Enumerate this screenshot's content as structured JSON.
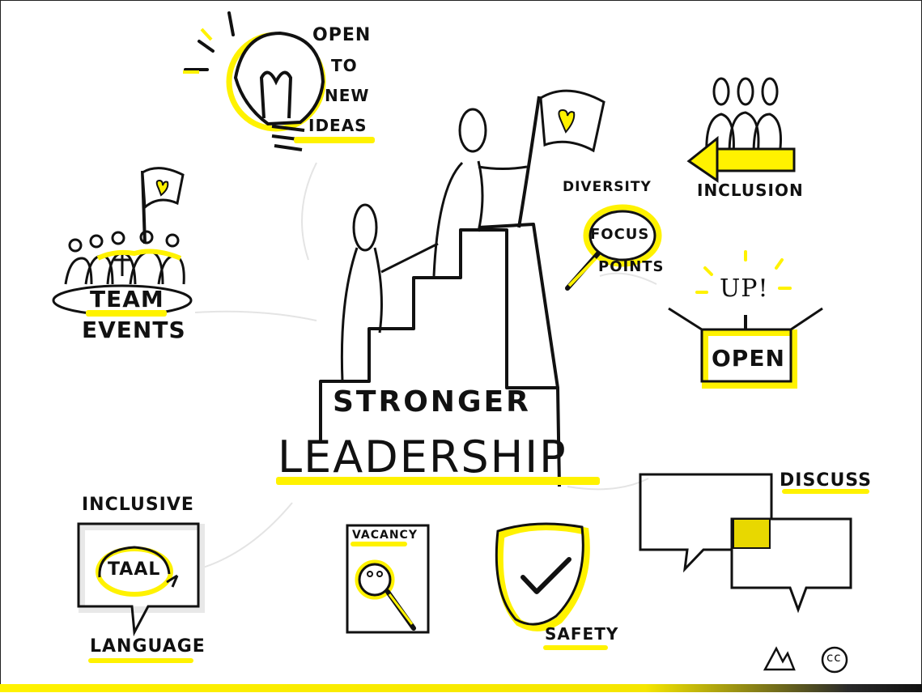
{
  "headline": {
    "line1": "STRONGER",
    "line2": "LEADERSHIP"
  },
  "bulb": {
    "line1": "OPEN",
    "line2": "TO",
    "line3": "NEW",
    "line4": "IDEAS"
  },
  "team": {
    "line1": "TEAM",
    "line2": "EVENTS"
  },
  "inclusion": {
    "label": "INCLUSION"
  },
  "diversity": {
    "line1": "DIVERSITY",
    "line2": "FOCUS",
    "line3": "POINTS"
  },
  "open_box": {
    "shout": "UP!",
    "label": "OPEN"
  },
  "language": {
    "title": "INCLUSIVE",
    "bubble": "TAAL",
    "label": "LANGUAGE"
  },
  "vacancy": {
    "label": "VACANCY"
  },
  "safety": {
    "label": "SAFETY"
  },
  "discuss": {
    "label": "DISCUSS"
  },
  "license": {
    "cc": "cc"
  },
  "colors": {
    "accent": "#fff200",
    "ink": "#111111",
    "background": "#ffffff"
  },
  "icons": [
    "lightbulb-icon",
    "flag-icon",
    "heart-icon",
    "magnifier-icon",
    "shield-check-icon",
    "speech-bubble-icon",
    "arrow-icon",
    "stairs-icon",
    "artist-logo-icon",
    "creative-commons-icon"
  ]
}
